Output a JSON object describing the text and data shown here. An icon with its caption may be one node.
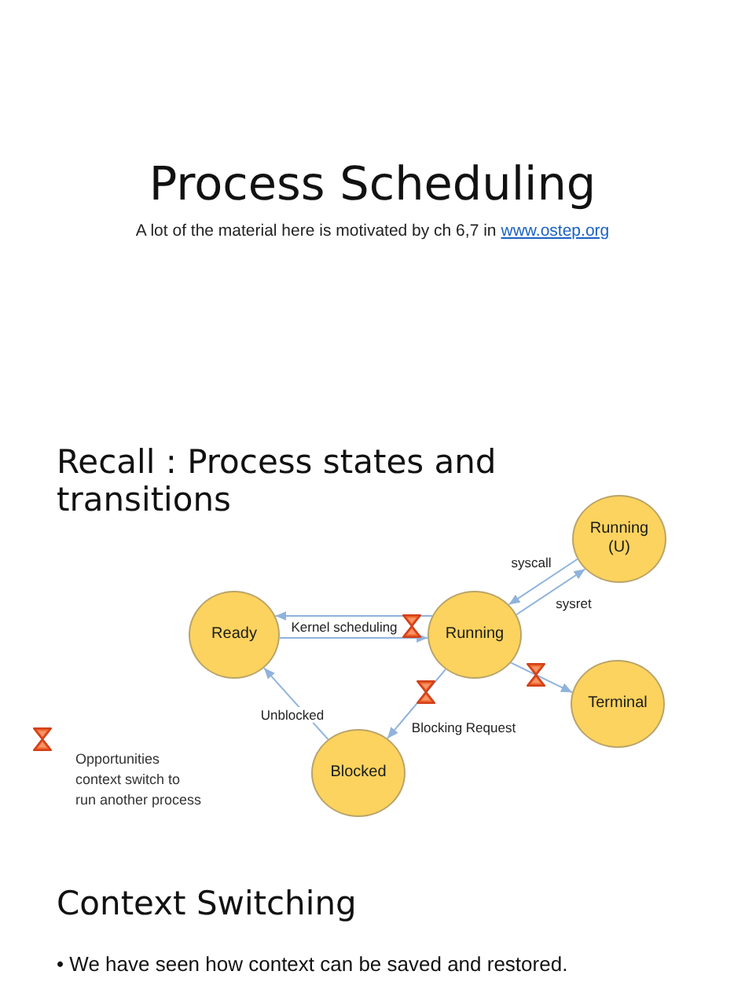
{
  "diagram": {
    "title": "Process Scheduling",
    "nodes": [
      {
        "text": [
          "Running (U)"
        ]
      },
      {
        "text": [
          "Ready"
        ]
      },
      {
        "text": [
          "Running"
        ]
      },
      {
        "text": [
          "Terminal"
        ]
      },
      {
        "text": [
          "Blocked"
        ]
      }
    ],
    "edges": [
      {
        "from": 0,
        "to": 2,
        "arrow": "to",
        "label": "syscall"
      },
      {
        "from": 2,
        "to": 0,
        "arrow": "to",
        "label": "sysret"
      },
      {
        "from": 2,
        "to": 1,
        "arrow": "to",
        "label": "Kernel scheduling"
      },
      {
        "from": 1,
        "to": 2,
        "arrow": "to"
      },
      {
        "from": 2,
        "to": 4,
        "arrow": "to",
        "label": "Blocking Request"
      },
      {
        "from": 2,
        "to": 3,
        "arrow": "to"
      },
      {
        "from": 4,
        "to": 1,
        "arrow": "to",
        "label": "Unblocked"
      }
    ],
    "labels": [
      "A lot of the material here is motivated by ch 6,7 in",
      "www.ostep.org",
      "Recall : Process states and transitions",
      "Context Switching",
      "• We have seen how context can be saved and restored."
    ],
    "legend": [
      {
        "text": "Opportunities context switch to run another process"
      }
    ]
  }
}
